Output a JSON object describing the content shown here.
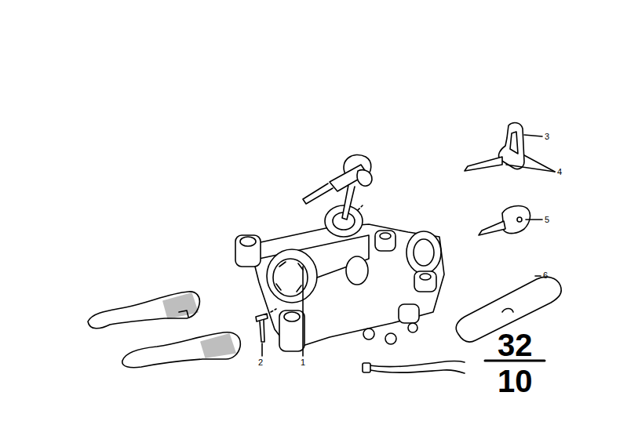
{
  "diagram": {
    "labels": [
      "3",
      "4",
      "5",
      "6",
      "2",
      "1",
      "32",
      "10"
    ]
  }
}
